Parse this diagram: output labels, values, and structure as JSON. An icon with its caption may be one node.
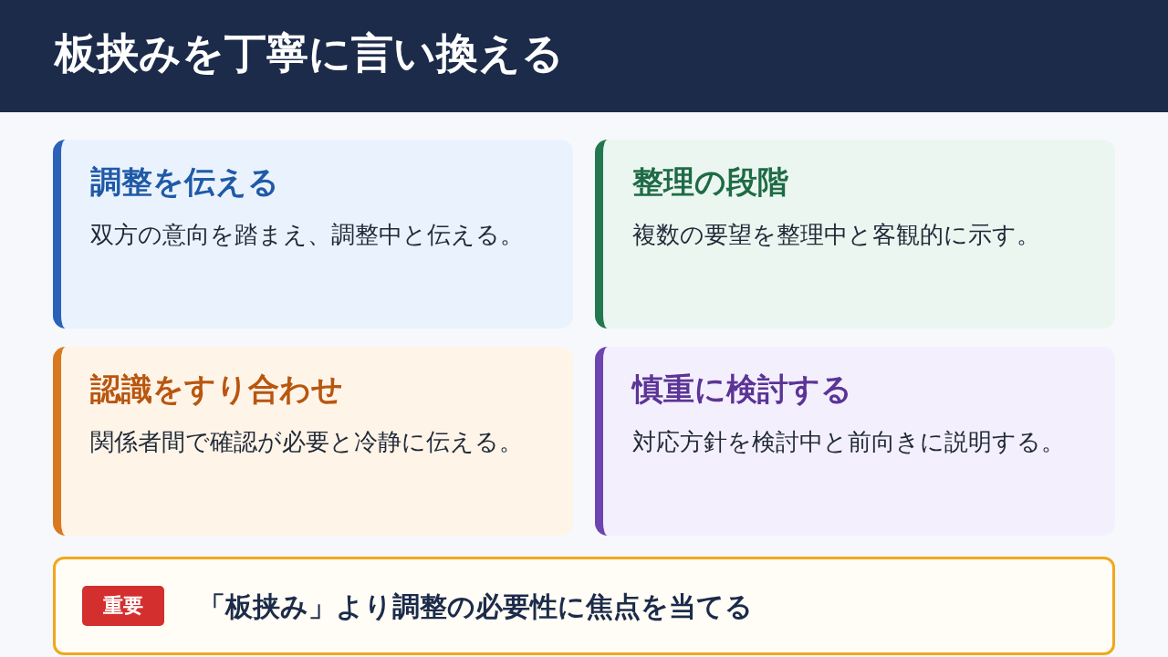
{
  "diagram": {
    "title": "板挟みを丁寧に言い換える",
    "nodes": [
      {
        "text": [
          "調整を伝える",
          "双方の意向を踏まえ、調整中と伝える。"
        ]
      },
      {
        "text": [
          "整理の段階",
          "複数の要望を整理中と客観的に示す。"
        ]
      },
      {
        "text": [
          "認識をすり合わせ",
          "関係者間で確認が必要と冷静に伝える。"
        ]
      },
      {
        "text": [
          "慎重に検討する",
          "対応方針を検討中と前向きに説明する。"
        ]
      },
      {
        "text": [
          "「板挟み」より調整の必要性に焦点を当てる"
        ]
      },
      {
        "text": [
          "重要"
        ],
        "in": 4
      }
    ]
  }
}
